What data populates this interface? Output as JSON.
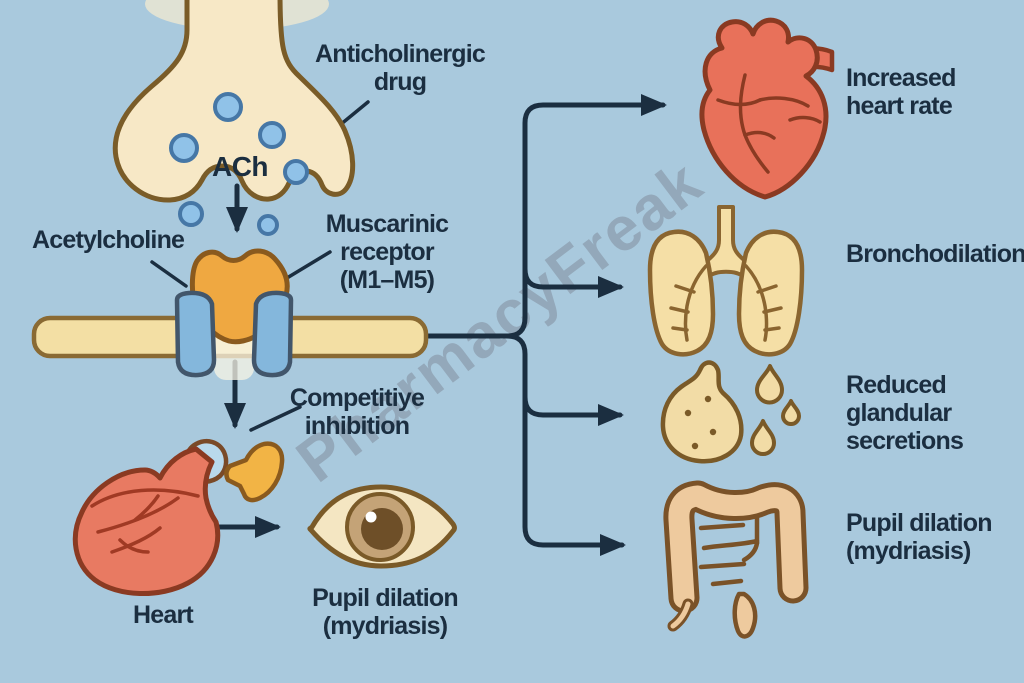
{
  "title": "Anticholinergic drug mechanism and effects diagram",
  "watermark": "PharmacyFreak",
  "colors": {
    "background": "#a9c9dd",
    "text": "#1b2e40",
    "arrow": "#1b2e40",
    "outline_brown": "#7a5c28",
    "synapse_fill": "#f7e8c6",
    "vesicle_fill": "#90c2e8",
    "membrane_fill": "#f3dfa4",
    "receptor_orange": "#efa841",
    "channel_blue": "#84b7dc",
    "heart_red": "#e8715a",
    "organ_cream": "#f5dfa6",
    "intestine_tan": "#eeca9e",
    "watermark_gray": "#8695a5"
  },
  "synapse": {
    "ach_label": "ACh",
    "drug_label": "Anticholinergic drug",
    "neurotransmitter_label": "Acetylcholine",
    "receptor_label": "Muscarinic receptor (M1–M5)",
    "inhibition_label": "Competitiye inhibition"
  },
  "left_pathway": {
    "organ_icon": "heart-organ-icon",
    "organ_label": "Heart",
    "effect_icon": "eye-icon",
    "effect_label": "Pupil dilation (mydriasis)"
  },
  "right_effects": [
    {
      "icon": "heart-icon",
      "label": "Increased heart rate"
    },
    {
      "icon": "lungs-icon",
      "label": "Bronchodilation"
    },
    {
      "icon": "gland-icon",
      "label": "Reduced glandular secretions"
    },
    {
      "icon": "intestines-icon",
      "label": "Pupil dilation (mydriasis)"
    }
  ]
}
